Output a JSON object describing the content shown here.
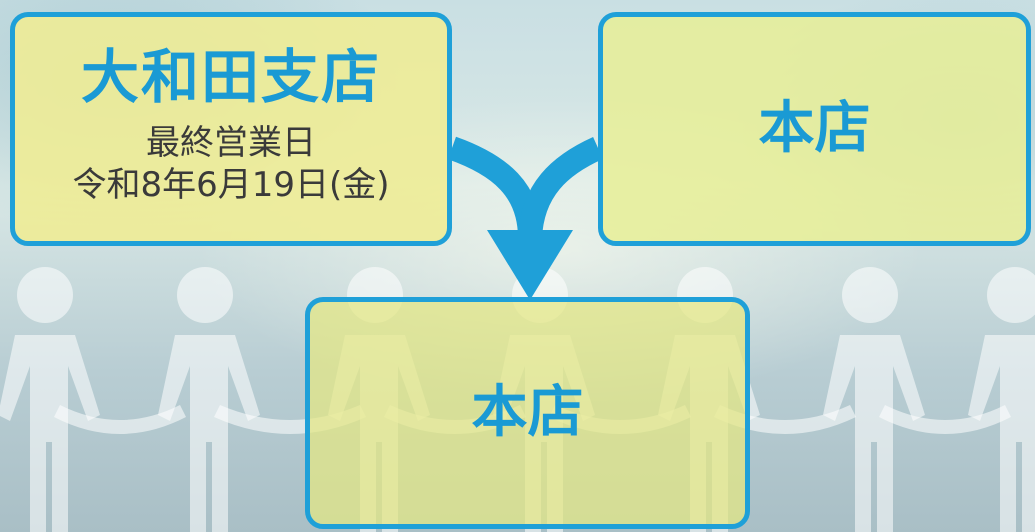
{
  "source_branch": {
    "name": "大和田支店",
    "line1": "最終営業日",
    "line2": "令和8年6月19日(金)"
  },
  "target_branch_top": {
    "name": "本店"
  },
  "result_branch": {
    "name": "本店"
  },
  "colors": {
    "accent": "#1fa0d8",
    "box_fill": "#eeec96",
    "text_dark": "#3a3a3a"
  }
}
